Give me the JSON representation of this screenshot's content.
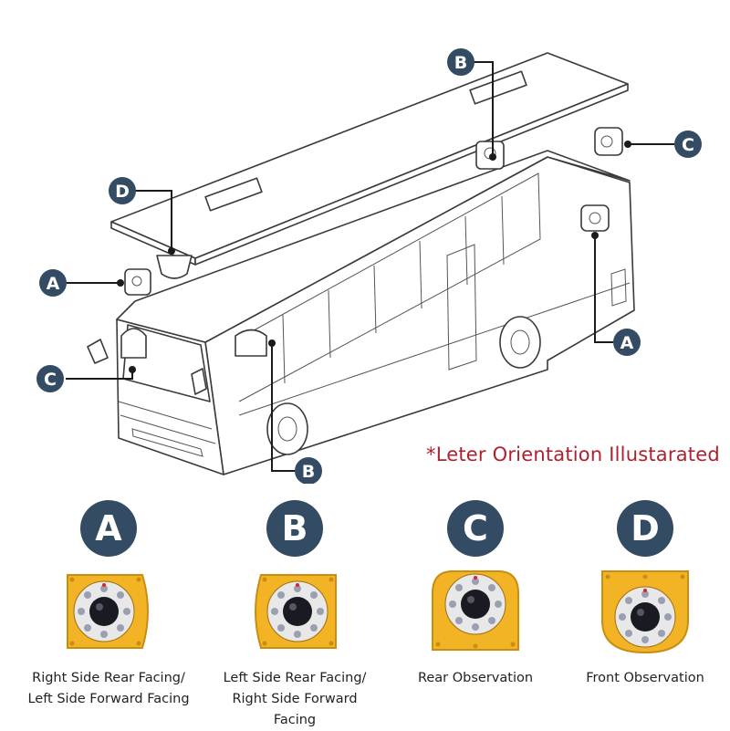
{
  "diagram": {
    "callouts": {
      "roof_b": "B",
      "roof_c": "C",
      "roof_d": "D",
      "side_a_left": "A",
      "front_c": "C",
      "side_a_right": "A",
      "side_b_bottom": "B"
    },
    "note": "*Leter Orientation Illustarated"
  },
  "legend": [
    {
      "letter": "A",
      "lines": [
        "Right Side Rear Facing/",
        "Left Side Forward Facing"
      ]
    },
    {
      "letter": "B",
      "lines": [
        "Left Side Rear Facing/",
        "Right Side Forward Facing"
      ]
    },
    {
      "letter": "C",
      "lines": [
        "Rear Observation"
      ]
    },
    {
      "letter": "D",
      "lines": [
        "Front Observation"
      ]
    }
  ],
  "colors": {
    "badge": "#334b63",
    "note": "#b0202e",
    "camera_body": "#f2b325",
    "camera_shadow": "#c98d12",
    "camera_lens": "#1a1a22",
    "ir_led": "#9aa0b0",
    "indicator": "#e0202a"
  }
}
